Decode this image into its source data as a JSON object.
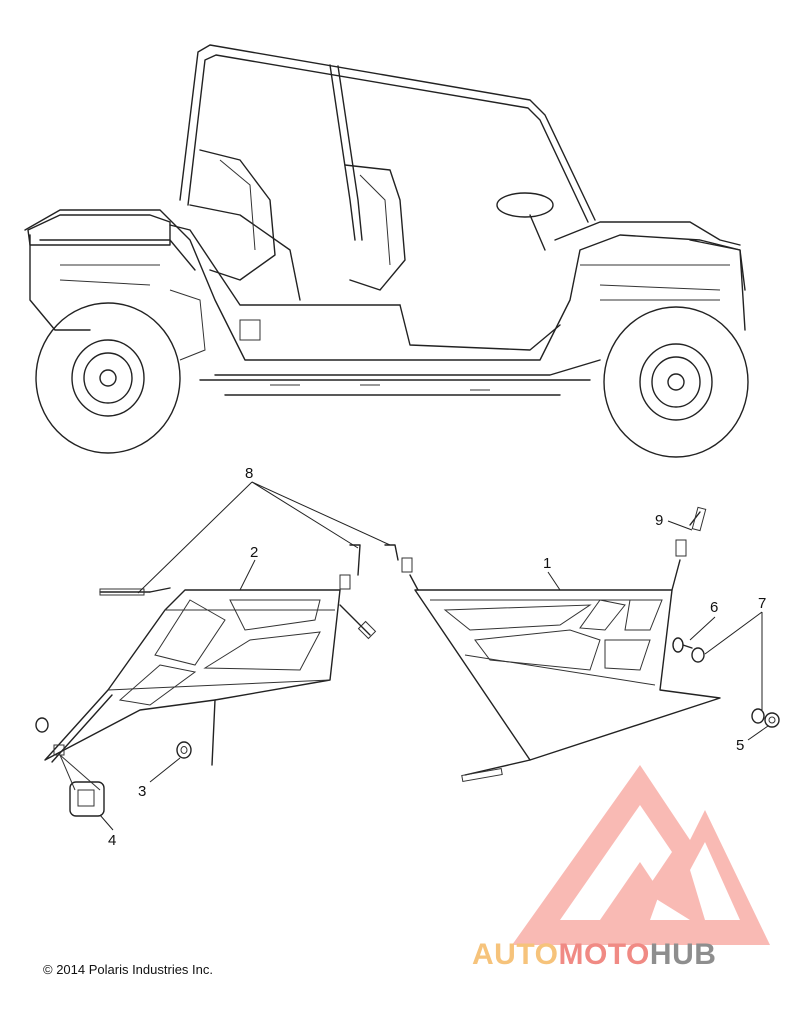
{
  "callouts": {
    "c1": "1",
    "c2": "2",
    "c3": "3",
    "c4": "4",
    "c5": "5",
    "c6": "6",
    "c7": "7",
    "c8": "8",
    "c9": "9"
  },
  "footer": {
    "copyright": "© 2014 Polaris Industries Inc."
  },
  "watermark": {
    "part1": "AUTO",
    "part2": "MOTO",
    "part3": "HUB",
    "colors": {
      "part1": "#f6c37b",
      "part2": "#f08a84",
      "part3": "#8e8e8e",
      "logo": "#f08a84"
    }
  }
}
